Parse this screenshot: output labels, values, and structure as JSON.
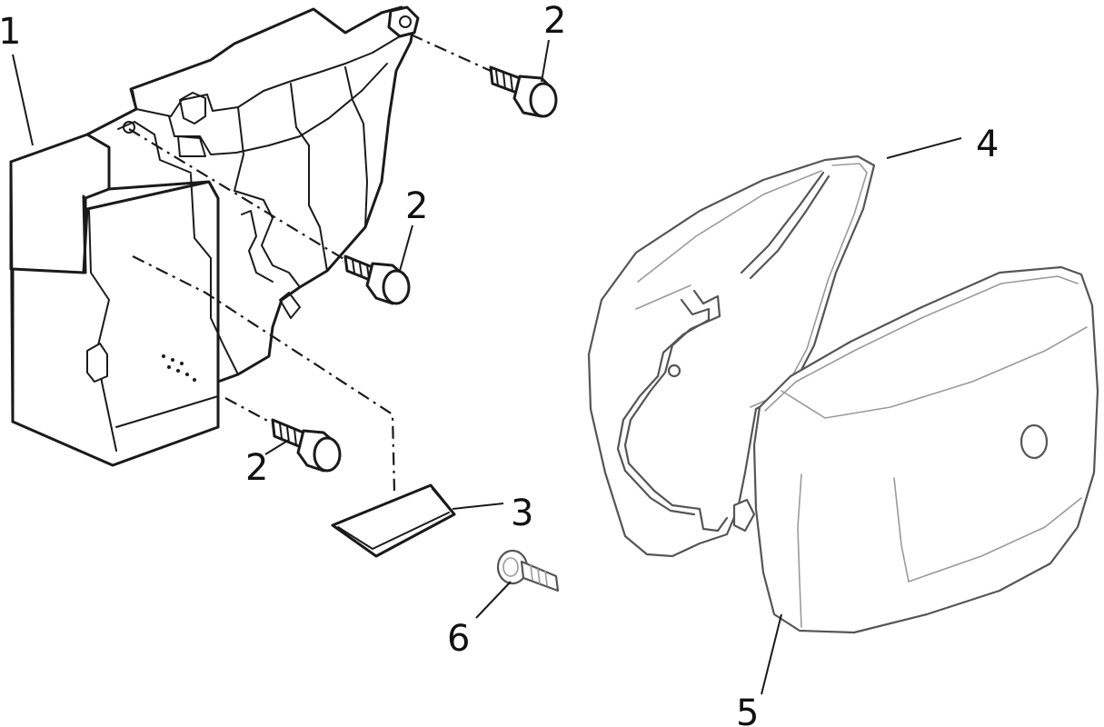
{
  "callouts": [
    {
      "id": "1",
      "text": "1"
    },
    {
      "id": "2a",
      "text": "2"
    },
    {
      "id": "2b",
      "text": "2"
    },
    {
      "id": "2c",
      "text": "2"
    },
    {
      "id": "3",
      "text": "3"
    },
    {
      "id": "4",
      "text": "4"
    },
    {
      "id": "5",
      "text": "5"
    },
    {
      "id": "6",
      "text": "6"
    }
  ]
}
